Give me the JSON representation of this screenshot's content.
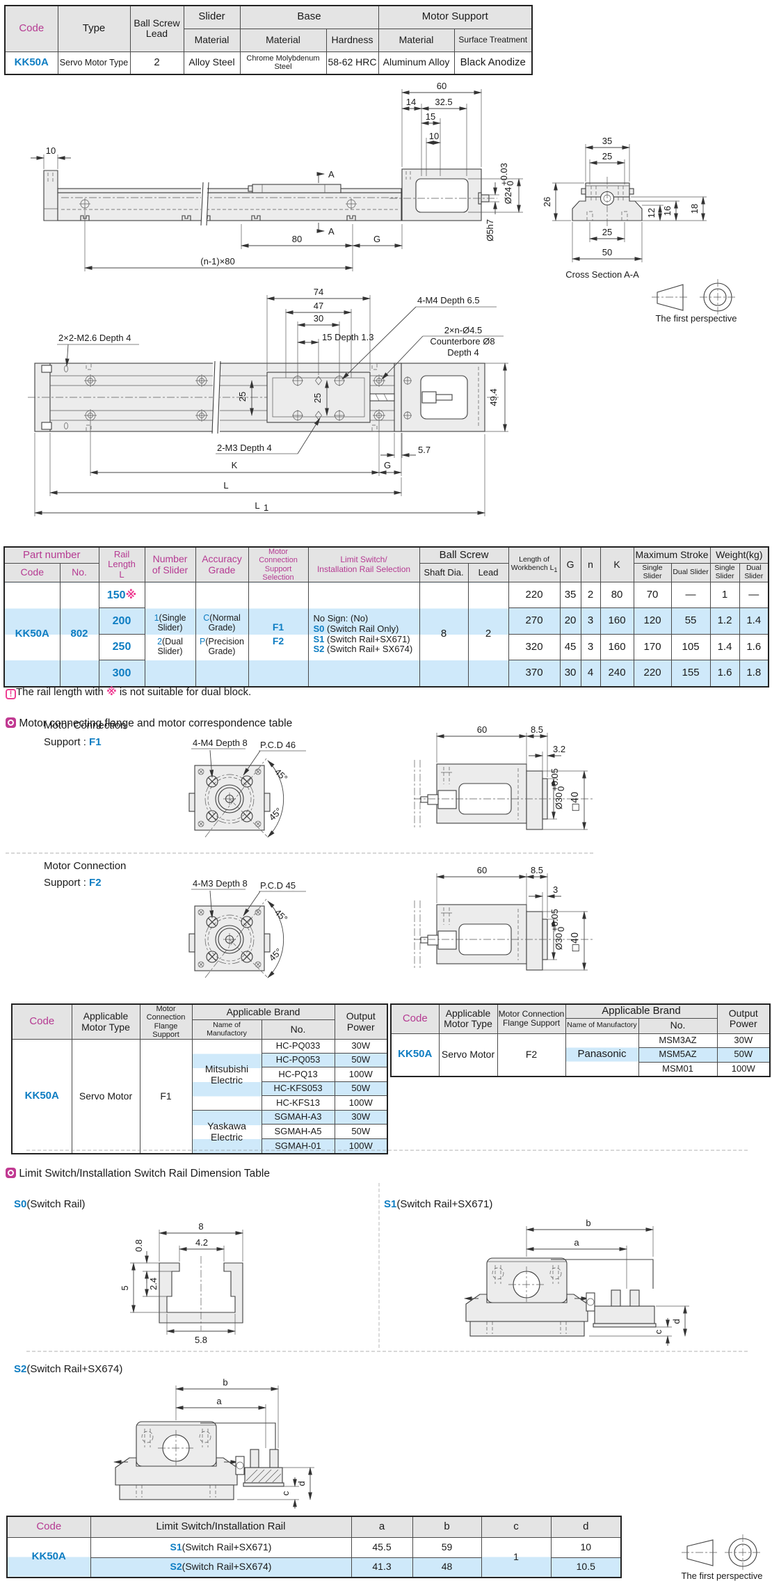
{
  "spec_table": {
    "code_h": "Code",
    "type_h": "Type",
    "ballscrew_h": "Ball Screw",
    "lead_h": "Lead",
    "slider_h": "Slider",
    "base_h": "Base",
    "motor_h": "Motor Support",
    "mat1_h": "Material",
    "mat2_h": "Material",
    "hard_h": "Hardness",
    "mat3_h": "Material",
    "surf_h": "Surface Treatment",
    "code": "KK50A",
    "type": "Servo Motor Type",
    "lead": "2",
    "slider_mat": "Alloy Steel",
    "base_mat": "Chrome Molybdenum Steel",
    "hardness": "58-62 HRC",
    "motor_mat": "Aluminum Alloy",
    "surface": "Black Anodize"
  },
  "side_view": {
    "d10": "10",
    "a1": "A",
    "a2": "A",
    "d80": "80",
    "g": "G",
    "n80": "(n-1)×80",
    "d60": "60",
    "d14": "14",
    "d325": "32.5",
    "d15": "15",
    "d10b": "10",
    "dia24": "Ø24",
    "tol_hi": "+0.03",
    "tol_lo": "0",
    "dia5": "Ø5h7"
  },
  "cross_section": {
    "title": "Cross Section A-A",
    "d35": "35",
    "d25t": "25",
    "d26": "26",
    "d12": "12",
    "d16": "16",
    "d18": "18",
    "d25b": "25",
    "d50": "50"
  },
  "persp": {
    "label": "The first perspective"
  },
  "persp2": {
    "label": "The first perspective"
  },
  "top_view": {
    "d74": "74",
    "d47": "47",
    "d30": "30",
    "d15d": "15 Depth 1.3",
    "m4": "4-M4 Depth 6.5",
    "n45": "2×n-Ø4.5",
    "cb": "Counterbore Ø8",
    "cbd": "Depth 4",
    "m26": "2×2-M2.6 Depth 4",
    "d25a": "25",
    "d25b": "25",
    "m3": "2-M3 Depth 4",
    "d57": "5.7",
    "k": "K",
    "g": "G",
    "l": "L",
    "l1": "L",
    "l1s": "1",
    "d494": "49.4"
  },
  "main_table": {
    "part_h": "Part number",
    "code_h": "Code",
    "no_h": "No.",
    "rail_h1": "Rail Length",
    "rail_h2": "L",
    "ns_h1": "Number",
    "ns_h2": "of Slider",
    "ac_h1": "Accuracy",
    "ac_h2": "Grade",
    "mc_h1": "Motor Connection",
    "mc_h2": "Support Selection",
    "ls_h1": "Limit Switch/",
    "ls_h2": "Installation Rail Selection",
    "bs_h": "Ball Screw",
    "shaft_h": "Shaft Dia.",
    "lead_h": "Lead",
    "wb_h1": "Length of",
    "wb_h2": "Workbench L",
    "wb_sub": "1",
    "g_h": "G",
    "n_h": "n",
    "k_h": "K",
    "ms_h": "Maximum Stroke",
    "ss_h": "Single Slider",
    "ds_h": "Dual Slider",
    "w_h": "Weight(kg)",
    "ws_h": "Single Slider",
    "wd_h": "Dual Slider",
    "code": "KK50A",
    "no": "802",
    "ns1b": "1",
    "ns1": "(Single Slider)",
    "ns2b": "2",
    "ns2": "(Dual Slider)",
    "ac1b": "C",
    "ac1": "(Normal Grade)",
    "ac2b": "P",
    "ac2": "(Precision Grade)",
    "f1": "F1",
    "f2": "F2",
    "ls1": "No Sign: (No)",
    "ls2b": "S0",
    "ls2": "(Switch Rail Only)",
    "ls3b": "S1",
    "ls3": "(Switch Rail+SX671)",
    "ls4b": "S2",
    "ls4": "(Switch Rail+ SX674)",
    "shaft": "8",
    "lead": "2",
    "rows": [
      {
        "L": "150",
        "flag": "※",
        "L1": "220",
        "G": "35",
        "n": "2",
        "K": "80",
        "ss": "70",
        "ds": "—",
        "ws": "1",
        "wd": "—"
      },
      {
        "L": "200",
        "flag": "",
        "L1": "270",
        "G": "20",
        "n": "3",
        "K": "160",
        "ss": "120",
        "ds": "55",
        "ws": "1.2",
        "wd": "1.4"
      },
      {
        "L": "250",
        "flag": "",
        "L1": "320",
        "G": "45",
        "n": "3",
        "K": "160",
        "ss": "170",
        "ds": "105",
        "ws": "1.4",
        "wd": "1.6"
      },
      {
        "L": "300",
        "flag": "",
        "L1": "370",
        "G": "30",
        "n": "4",
        "K": "240",
        "ss": "220",
        "ds": "155",
        "ws": "1.6",
        "wd": "1.8"
      }
    ]
  },
  "note": {
    "icon": "!",
    "pre": "The rail length with ",
    "star": "※",
    "post": " is not suitable for dual block."
  },
  "sec_flange": {
    "title": "Motor connecting flange and motor correspondence table"
  },
  "f1": {
    "t1": "Motor Connection",
    "t2": "Support : ",
    "code": "F1",
    "bolt": "4-M4 Depth 8",
    "pcd": "P.C.D 46",
    "a1": "45°",
    "a2": "45°",
    "d60": "60",
    "d85": "8.5",
    "d3": "3.2",
    "dia30": "Ø30",
    "hi": "+0.05",
    "lo": "0",
    "sq": "□40"
  },
  "f2": {
    "t1": "Motor Connection",
    "t2": "Support : ",
    "code": "F2",
    "bolt": "4-M3 Depth 8",
    "pcd": "P.C.D 45",
    "a1": "45°",
    "a2": "45°",
    "d60": "60",
    "d85": "8.5",
    "d3": "3",
    "dia30": "Ø30",
    "hi": "+0.05",
    "lo": "0",
    "sq": "□40"
  },
  "motor_f1": {
    "code_h": "Code",
    "mt_h1": "Applicable",
    "mt_h2": "Motor Type",
    "fc_h1": "Motor Connection",
    "fc_h2": "Flange Support",
    "brand_h": "Applicable Brand",
    "mfr_h": "Name of Manufactory",
    "no_h": "No.",
    "op_h1": "Output",
    "op_h2": "Power",
    "code": "KK50A",
    "motor": "Servo Motor",
    "flange": "F1",
    "mfr1": "Mitsubishi Electric",
    "mfr2": "Yaskawa Electric",
    "rows": [
      {
        "no": "HC-PQ033",
        "p": "30W"
      },
      {
        "no": "HC-PQ053",
        "p": "50W"
      },
      {
        "no": "HC-PQ13",
        "p": "100W"
      },
      {
        "no": "HC-KFS053",
        "p": "50W"
      },
      {
        "no": "HC-KFS13",
        "p": "100W"
      },
      {
        "no": "SGMAH-A3",
        "p": "30W"
      },
      {
        "no": "SGMAH-A5",
        "p": "50W"
      },
      {
        "no": "SGMAH-01",
        "p": "100W"
      }
    ]
  },
  "motor_f2": {
    "code_h": "Code",
    "mt_h1": "Applicable",
    "mt_h2": "Motor Type",
    "fc_h1": "Motor Connection",
    "fc_h2": "Flange Support",
    "brand_h": "Applicable Brand",
    "mfr_h": "Name of Manufactory",
    "no_h": "No.",
    "op_h1": "Output",
    "op_h2": "Power",
    "code": "KK50A",
    "motor": "Servo Motor",
    "flange": "F2",
    "mfr": "Panasonic",
    "rows": [
      {
        "no": "MSM3AZ",
        "p": "30W"
      },
      {
        "no": "MSM5AZ",
        "p": "50W"
      },
      {
        "no": "MSM01",
        "p": "100W"
      }
    ]
  },
  "sec_limit": {
    "title": "Limit Switch/Installation Switch Rail Dimension Table"
  },
  "s0": {
    "code": "S0",
    "name": "(Switch Rail)",
    "d8": "8",
    "d42": "4.2",
    "d08": "0.8",
    "d24": "2.4",
    "d5": "5",
    "d58": "5.8"
  },
  "s1": {
    "code": "S1",
    "name": "(Switch Rail+SX671)",
    "a": "a",
    "b": "b",
    "c": "c",
    "d": "d"
  },
  "s2": {
    "code": "S2",
    "name": "(Switch Rail+SX674)",
    "a": "a",
    "b": "b",
    "c": "c",
    "d": "d"
  },
  "limit_table": {
    "code_h": "Code",
    "rail_h": "Limit Switch/Installation Rail",
    "a_h": "a",
    "b_h": "b",
    "c_h": "c",
    "d_h": "d",
    "code": "KK50A",
    "c": "1",
    "rows": [
      {
        "cb": "S1",
        "name": "(Switch Rail+SX671)",
        "a": "45.5",
        "b": "59",
        "d": "10"
      },
      {
        "cb": "S2",
        "name": "(Switch Rail+SX674)",
        "a": "41.3",
        "b": "48",
        "d": "10.5"
      }
    ]
  }
}
